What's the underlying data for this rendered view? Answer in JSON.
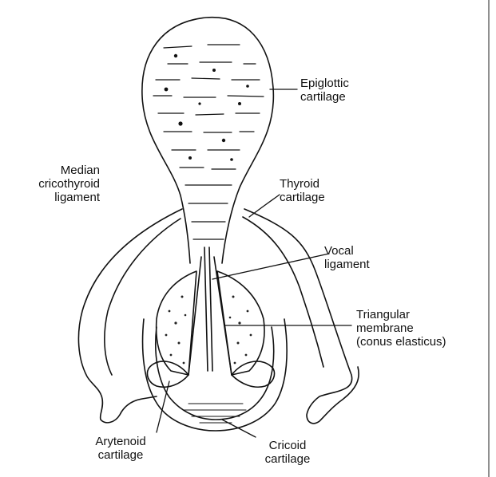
{
  "diagram": {
    "labels": {
      "epiglottic": [
        "Epiglottic",
        "cartilage"
      ],
      "median": [
        "Median",
        "cricothyroid",
        "ligament"
      ],
      "thyroid": [
        "Thyroid",
        "cartilage"
      ],
      "vocal": [
        "Vocal",
        "ligament"
      ],
      "triangular": [
        "Triangular",
        "membrane",
        "(conus elasticus)"
      ],
      "arytenoid": [
        "Arytenoid",
        "cartilage"
      ],
      "cricoid": [
        "Cricoid",
        "cartilage"
      ]
    }
  }
}
